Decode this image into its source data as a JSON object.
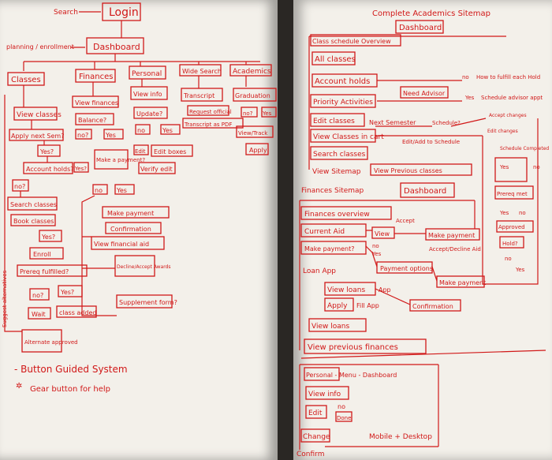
{
  "left_sheet": {
    "title": "Login",
    "search_note": "Search",
    "planning_note": "planning / enrollment",
    "dashboard": "Dashboard",
    "categories": [
      "Classes",
      "Finances",
      "Personal",
      "Wide Search",
      "Academics"
    ],
    "classes_branch": [
      "View classes",
      "Apply next Sem?",
      "Yes?",
      "Account holds?",
      "Yes?",
      "no?",
      "Search classes",
      "Book classes",
      "Yes?",
      "Enroll",
      "Prereq fulfilled?",
      "no?",
      "Yes?",
      "Wait",
      "class added",
      "Alternate approved"
    ],
    "finances_branch": [
      "View finances",
      "Balance?",
      "no?",
      "Yes",
      "Make a payment?",
      "no",
      "Yes",
      "Make payment",
      "Confirmation",
      "View financial aid",
      "Decline/Accept Awards",
      "Supplement form?"
    ],
    "personal_branch": [
      "View info",
      "Update?",
      "no",
      "Yes",
      "Edit",
      "Edit boxes",
      "Verify edit"
    ],
    "academics_branch": [
      "Transcript",
      "Request official",
      "Transcript as PDF",
      "Graduation",
      "no?",
      "Yes",
      "View/Track",
      "Apply"
    ],
    "side_label": "Suggest alternatives",
    "notes": [
      "- Button Guided System",
      "Gear button for help"
    ]
  },
  "right_sheet": {
    "title": "Complete Academics Sitemap",
    "dashboard": "Dashboard",
    "academics_items": [
      "Class schedule Overview",
      "All classes",
      "Account holds",
      "Priority Activities",
      "Edit classes",
      "View Classes in cart",
      "Search classes",
      "View Sitemap"
    ],
    "academics_notes": [
      "no",
      "How to fulfill each Hold",
      "Yes",
      "Schedule advisor appt",
      "Need Advisor",
      "Next Semester",
      "Schedule?",
      "Edit/Add to Schedule",
      "View Previous classes",
      "Accept changes",
      "Edit changes",
      "Schedule Completed"
    ],
    "finances_title": "Finances Sitemap",
    "finances_dashboard": "Dashboard",
    "finances_items": [
      "Finances overview",
      "Current Aid",
      "Make payment?",
      "Loan App",
      "View loans",
      "Apply",
      "View loans",
      "View previous finances"
    ],
    "finances_notes": [
      "View",
      "Accept",
      "Make payment",
      "Accept/Decline Aid",
      "Payment options",
      "Make payment",
      "App",
      "Fill App",
      "Confirmation",
      "Yes",
      "no"
    ],
    "personal_title": "Personal - Menu - Dashboard",
    "personal_items": [
      "View info",
      "Edit",
      "no",
      "Done",
      "Change",
      "Confirm"
    ],
    "footer_note": "Mobile + Desktop",
    "right_column": [
      "Yes",
      "no",
      "Prereq met",
      "Yes",
      "no",
      "Approved",
      "Hold?",
      "no",
      "Yes"
    ]
  }
}
